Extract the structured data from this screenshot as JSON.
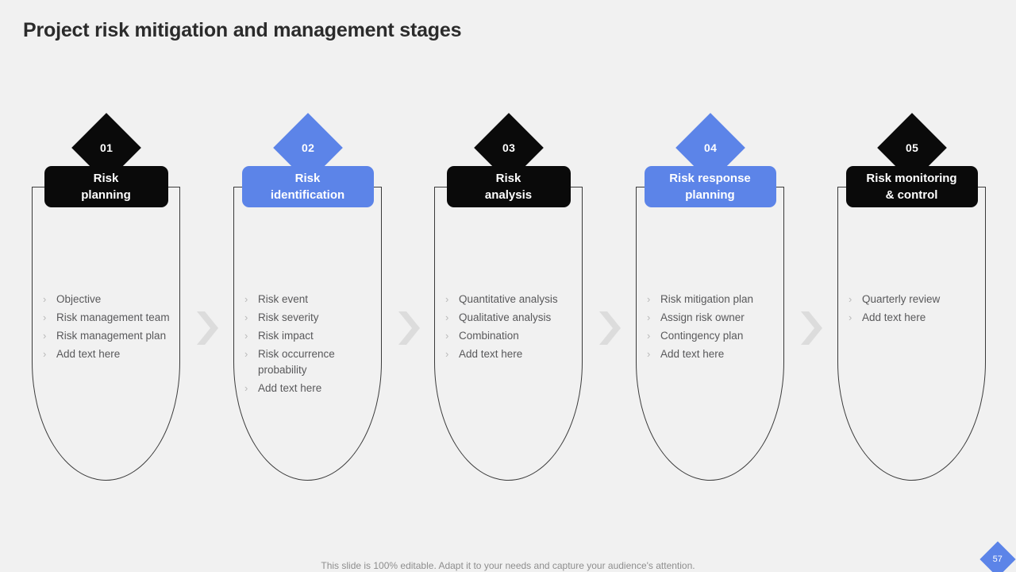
{
  "slide": {
    "title": "Project risk mitigation and management stages",
    "background_color": "#f1f1f1",
    "accent_blue": "#5c84e8",
    "accent_black": "#0a0a0a",
    "arrow_color": "#dcdcdc",
    "footer_note": "This slide is 100% editable. Adapt it to your needs and capture your audience's attention.",
    "page_number": "57",
    "bullet_glyph": "›"
  },
  "stages": [
    {
      "number": "01",
      "title": "Risk\nplanning",
      "color": "#0a0a0a",
      "bullets": [
        "Objective",
        "Risk management team",
        "Risk management plan",
        "Add text here"
      ]
    },
    {
      "number": "02",
      "title": "Risk\nidentification",
      "color": "#5c84e8",
      "bullets": [
        "Risk event",
        "Risk severity",
        "Risk impact",
        "Risk occurrence probability",
        "Add text here"
      ]
    },
    {
      "number": "03",
      "title": "Risk\nanalysis",
      "color": "#0a0a0a",
      "bullets": [
        "Quantitative analysis",
        "Qualitative analysis",
        "Combination",
        "Add text here"
      ]
    },
    {
      "number": "04",
      "title": "Risk response\nplanning",
      "color": "#5c84e8",
      "bullets": [
        "Risk mitigation plan",
        "Assign risk owner",
        "Contingency plan",
        "Add text here"
      ]
    },
    {
      "number": "05",
      "title": "Risk monitoring\n& control",
      "color": "#0a0a0a",
      "bullets": [
        "Quarterly review",
        "Add text here"
      ]
    }
  ]
}
